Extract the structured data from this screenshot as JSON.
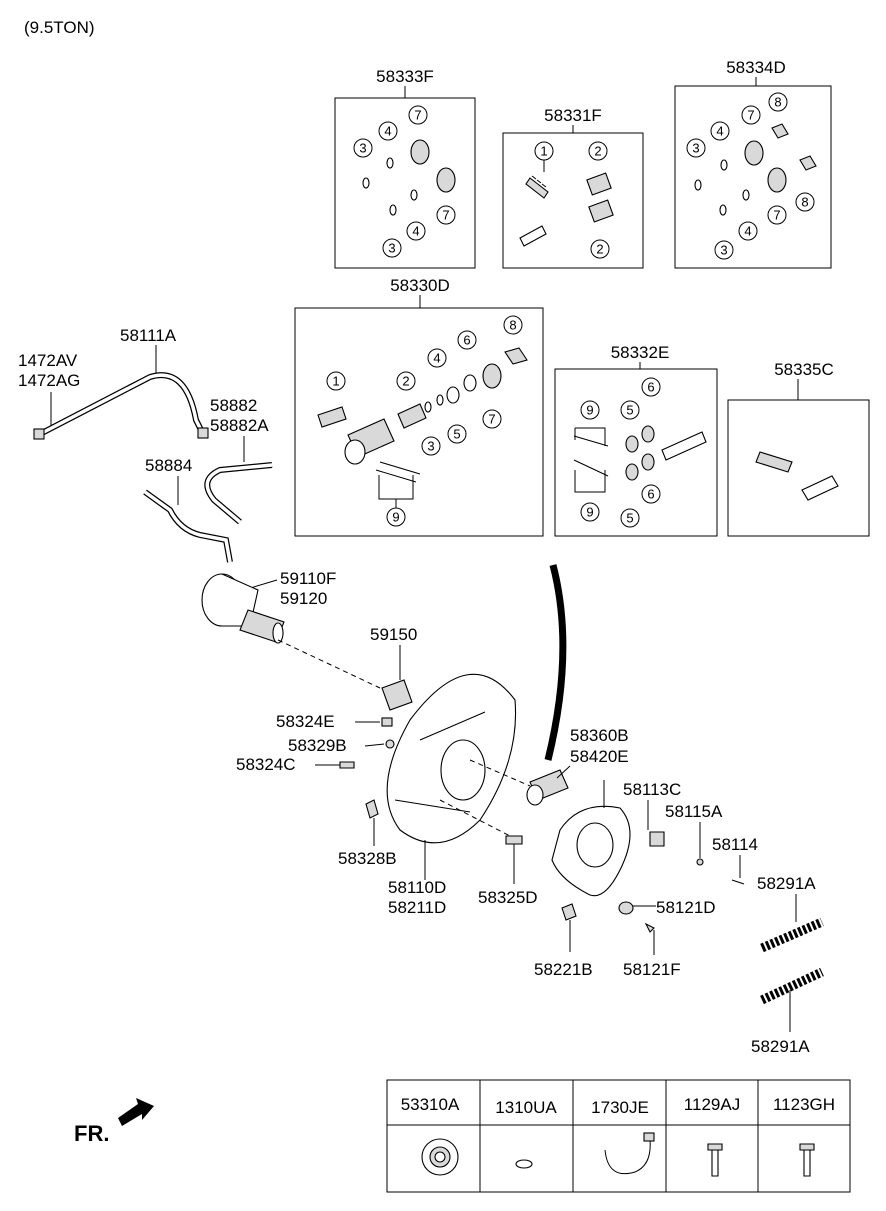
{
  "variant": "(9.5TON)",
  "direction_label": "FR.",
  "kits": {
    "k58333F": "58333F",
    "k58331F": "58331F",
    "k58334D": "58334D",
    "k58330D": "58330D",
    "k58332E": "58332E",
    "k58335C": "58335C"
  },
  "parts": {
    "p1472AV": "1472AV",
    "p1472AG": "1472AG",
    "p58111A": "58111A",
    "p58882": "58882",
    "p58882A": "58882A",
    "p58884": "58884",
    "p59110F": "59110F",
    "p59120": "59120",
    "p59150": "59150",
    "p58324E": "58324E",
    "p58329B": "58329B",
    "p58324C": "58324C",
    "p58328B": "58328B",
    "p58110D": "58110D",
    "p58211D": "58211D",
    "p58325D": "58325D",
    "p58360B": "58360B",
    "p58420E": "58420E",
    "p58113C": "58113C",
    "p58115A": "58115A",
    "p58114": "58114",
    "p58121D": "58121D",
    "p58121F": "58121F",
    "p58221B": "58221B",
    "p58291A_top": "58291A",
    "p58291A_bottom": "58291A"
  },
  "callout_numbers": {
    "n1": "1",
    "n2": "2",
    "n3": "3",
    "n4": "4",
    "n5": "5",
    "n6": "6",
    "n7": "7",
    "n8": "8",
    "n9": "9"
  },
  "table": {
    "headers": [
      "53310A",
      "1310UA",
      "1730JE",
      "1129AJ",
      "1123GH"
    ]
  }
}
